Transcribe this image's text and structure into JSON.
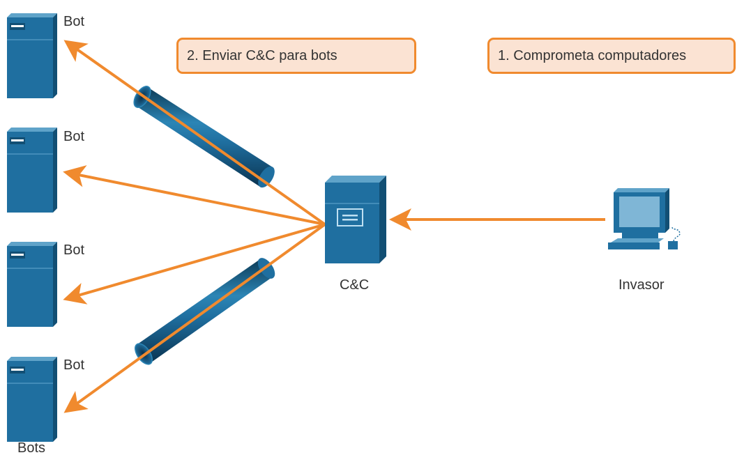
{
  "callouts": {
    "send_cc": "2. Enviar C&C para bots",
    "compromise": "1. Comprometa computadores"
  },
  "labels": {
    "bot_1": "Bot",
    "bot_2": "Bot",
    "bot_3": "Bot",
    "bot_4": "Bot",
    "bots_group": "Bots",
    "cc_server": "C&C",
    "attacker": "Invasor"
  },
  "icons": {
    "bot_server": "server-tower-icon",
    "cc_server": "server-tower-icon",
    "attacker": "desktop-computer-icon",
    "tunnel": "encrypted-tunnel-icon"
  },
  "colors": {
    "arrow": "#f08a2e",
    "callout_border": "#f08a2e",
    "callout_fill": "#fbe3d3",
    "device_blue": "#1f6fa0"
  }
}
